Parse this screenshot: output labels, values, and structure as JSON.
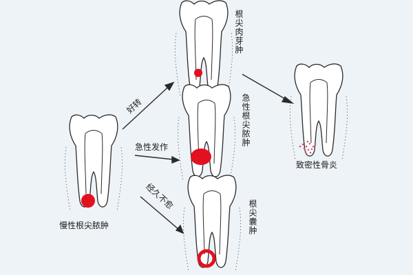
{
  "colors": {
    "background": "#eef3f8",
    "ink": "#2a2a2a",
    "lesion": "#e3101f",
    "osteitis": "#d8556a"
  },
  "stages": {
    "origin": "慢性根尖脓肿",
    "granuloma": "根尖肉芽肿",
    "acute": "急性根尖脓肿",
    "cyst": "根尖囊肿",
    "osteitis": "致密性骨炎"
  },
  "arrows": {
    "improve": "好转",
    "acute_attack": "急性发作",
    "long_term": "经久不愈"
  }
}
